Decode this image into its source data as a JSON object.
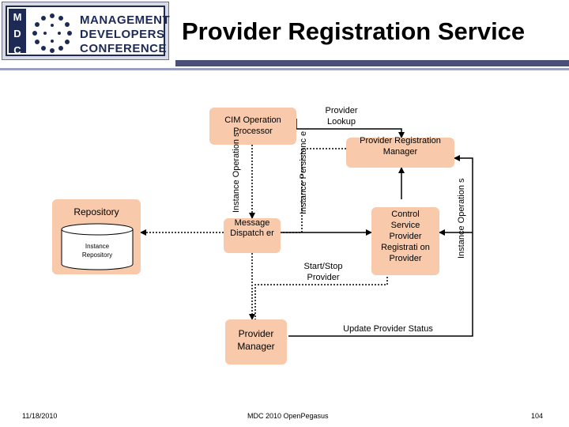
{
  "header": {
    "title": "Provider Registration Service",
    "logo": {
      "mark": "M D C",
      "line1": "MANAGEMENT",
      "line2": "DEVELOPERS",
      "line3": "CONFERENCE"
    }
  },
  "diagram": {
    "cim_operation_processor": "CIM Operation Processor",
    "provider_lookup": "Provider Lookup",
    "provider_registration_manager": "Provider Registration Manager",
    "repository": "Repository",
    "instance_repository": "Instance Repository",
    "message_dispatcher": "Message Dispatch er",
    "control_service_provider": "Control Service Provider Registrati on Provider",
    "provider_manager": "Provider Manager",
    "start_stop_provider": "Start/Stop Provider",
    "update_provider_status": "Update Provider Status",
    "instance_operations_left": "Instance Operation s",
    "instance_persistence": "Instance Persistenc e",
    "instance_operations_right": "Instance Operation s"
  },
  "colors": {
    "box_fill": "#f8caab",
    "accent": "#1d2a55"
  },
  "footer": {
    "date": "11/18/2010",
    "center": "MDC 2010 OpenPegasus",
    "page": "104"
  }
}
